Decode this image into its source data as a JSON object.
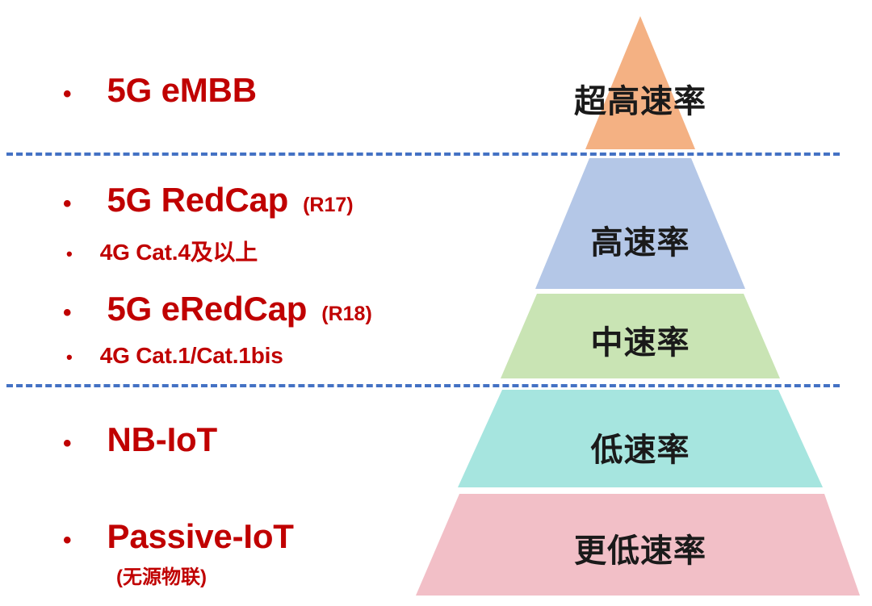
{
  "theme": {
    "text_red": "#C00000",
    "divider_blue": "#4472C4",
    "label_black": "#1a1a1a",
    "tier_orange": "#F4B183",
    "tier_blue": "#B4C7E7",
    "tier_green": "#C9E4B4",
    "tier_teal": "#A6E5DF",
    "tier_pink": "#F2BFC7"
  },
  "bullets": [
    {
      "marker": "•",
      "text": "5G eMBB",
      "suffix": ""
    },
    {
      "marker": "•",
      "text": "5G RedCap",
      "suffix": "(R17)"
    },
    {
      "marker": "•",
      "text": "4G Cat.4及以上",
      "suffix": ""
    },
    {
      "marker": "•",
      "text": "5G eRedCap",
      "suffix": "(R18)"
    },
    {
      "marker": "•",
      "text": "4G Cat.1/Cat.1bis",
      "suffix": ""
    },
    {
      "marker": "•",
      "text": "NB-IoT",
      "suffix": ""
    },
    {
      "marker": "•",
      "text": "Passive-IoT",
      "suffix": "",
      "note": "(无源物联)"
    }
  ],
  "pyramid": {
    "tiers": [
      {
        "label": "超高速率",
        "color": "#F4B183"
      },
      {
        "label": "高速率",
        "color": "#B4C7E7"
      },
      {
        "label": "中速率",
        "color": "#C9E4B4"
      },
      {
        "label": "低速率",
        "color": "#A6E5DF"
      },
      {
        "label": "更低速率",
        "color": "#F2BFC7"
      }
    ]
  },
  "dividers": [
    {
      "name": "upper-divider"
    },
    {
      "name": "lower-divider"
    }
  ]
}
